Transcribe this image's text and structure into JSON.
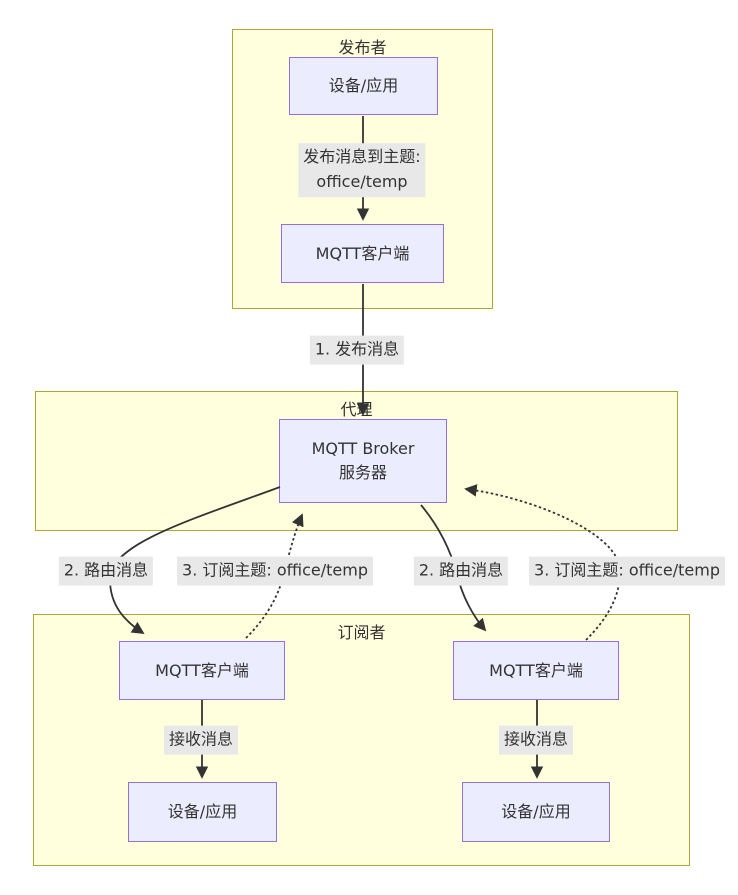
{
  "diagram": {
    "type": "flowchart",
    "clusters": {
      "publisher": {
        "title": "发布者"
      },
      "broker": {
        "title": "代理"
      },
      "subscriber": {
        "title": "订阅者"
      }
    },
    "nodes": {
      "pub_device": "设备/应用",
      "pub_client": "MQTT客户端",
      "broker_line1": "MQTT Broker",
      "broker_line2": "服务器",
      "sub_client_left": "MQTT客户端",
      "sub_client_right": "MQTT客户端",
      "sub_device_left": "设备/应用",
      "sub_device_right": "设备/应用"
    },
    "edge_labels": {
      "publish_topic_line1": "发布消息到主题:",
      "publish_topic_line2": "office/temp",
      "step1_publish": "1. 发布消息",
      "route_left": "2. 路由消息",
      "subscribe_left": "3. 订阅主题: office/temp",
      "route_right": "2. 路由消息",
      "subscribe_right": "3. 订阅主题: office/temp",
      "receive_left": "接收消息",
      "receive_right": "接收消息"
    },
    "colors": {
      "node_fill": "#ECECFF",
      "node_border": "#9370DB",
      "cluster_fill": "#FFFFDE",
      "cluster_border": "#AAAA33",
      "edge_label_bg": "#E8E8E8",
      "edge_stroke": "#333333",
      "text": "#333333"
    }
  }
}
